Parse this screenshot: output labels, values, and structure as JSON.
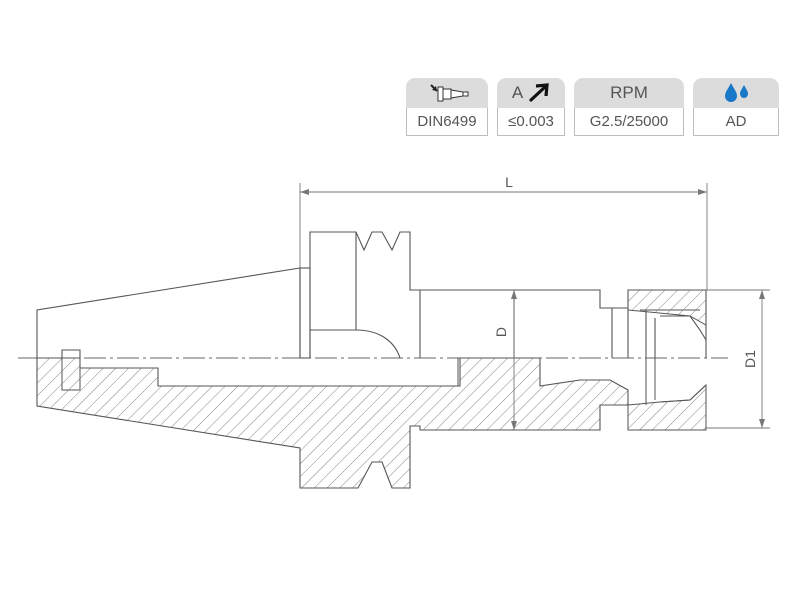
{
  "badges": [
    {
      "icon": "din-holder-icon",
      "value": "DIN6499"
    },
    {
      "label": "A",
      "icon": "runout-arrow-icon",
      "value": "≤0.003"
    },
    {
      "label": "RPM",
      "value": "G2.5/25000"
    },
    {
      "icon": "coolant-drops-icon",
      "value": "AD"
    }
  ],
  "dimensions": {
    "length": "L",
    "diameter": "D",
    "diameter1": "D1"
  },
  "colors": {
    "badge_bg": "#dcdcdc",
    "accent_blue": "#1a78c8",
    "line": "#555555"
  }
}
